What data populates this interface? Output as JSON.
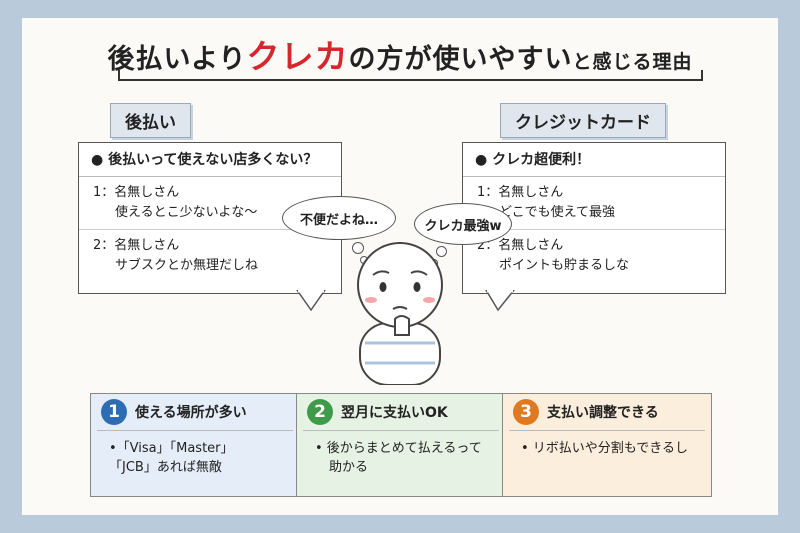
{
  "title": {
    "part1": "後払いより",
    "highlight": "クレカ",
    "part2": "の方が使いやすい",
    "part3": "と感じる理由"
  },
  "left": {
    "tag": "後払い",
    "head": "● 後払いって使えない店多くない？",
    "rows": [
      {
        "id": "1：名無しさん",
        "text": "使えるとこ少ないよな〜"
      },
      {
        "id": "2：名無しさん",
        "text": "サブスクとか無理だしね"
      }
    ]
  },
  "right": {
    "tag": "クレジットカード",
    "head": "● クレカ超便利！",
    "rows": [
      {
        "id": "1：名無しさん",
        "text": "どこでも使えて最強"
      },
      {
        "id": "2：名無しさん",
        "text": "ポイントも貯まるしな"
      }
    ]
  },
  "thoughts": {
    "left": "不便だよね…",
    "right": "クレカ最強w"
  },
  "cards": [
    {
      "num": "1",
      "title": "使える場所が多い",
      "body1": "•「Visa」「Master」",
      "body2": "「JCB」あれば無敵",
      "color": "#2f6db3",
      "bg": "#e5eef8"
    },
    {
      "num": "2",
      "title": "翌月に支払いOK",
      "body1": "• 後からまとめて払えるって",
      "body2": "助かる",
      "color": "#3f9a4a",
      "bg": "#e6f2e3"
    },
    {
      "num": "3",
      "title": "支払い調整できる",
      "body1": "• リボ払いや分割もできるし",
      "body2": "",
      "color": "#e07a22",
      "bg": "#fbeedd"
    }
  ]
}
